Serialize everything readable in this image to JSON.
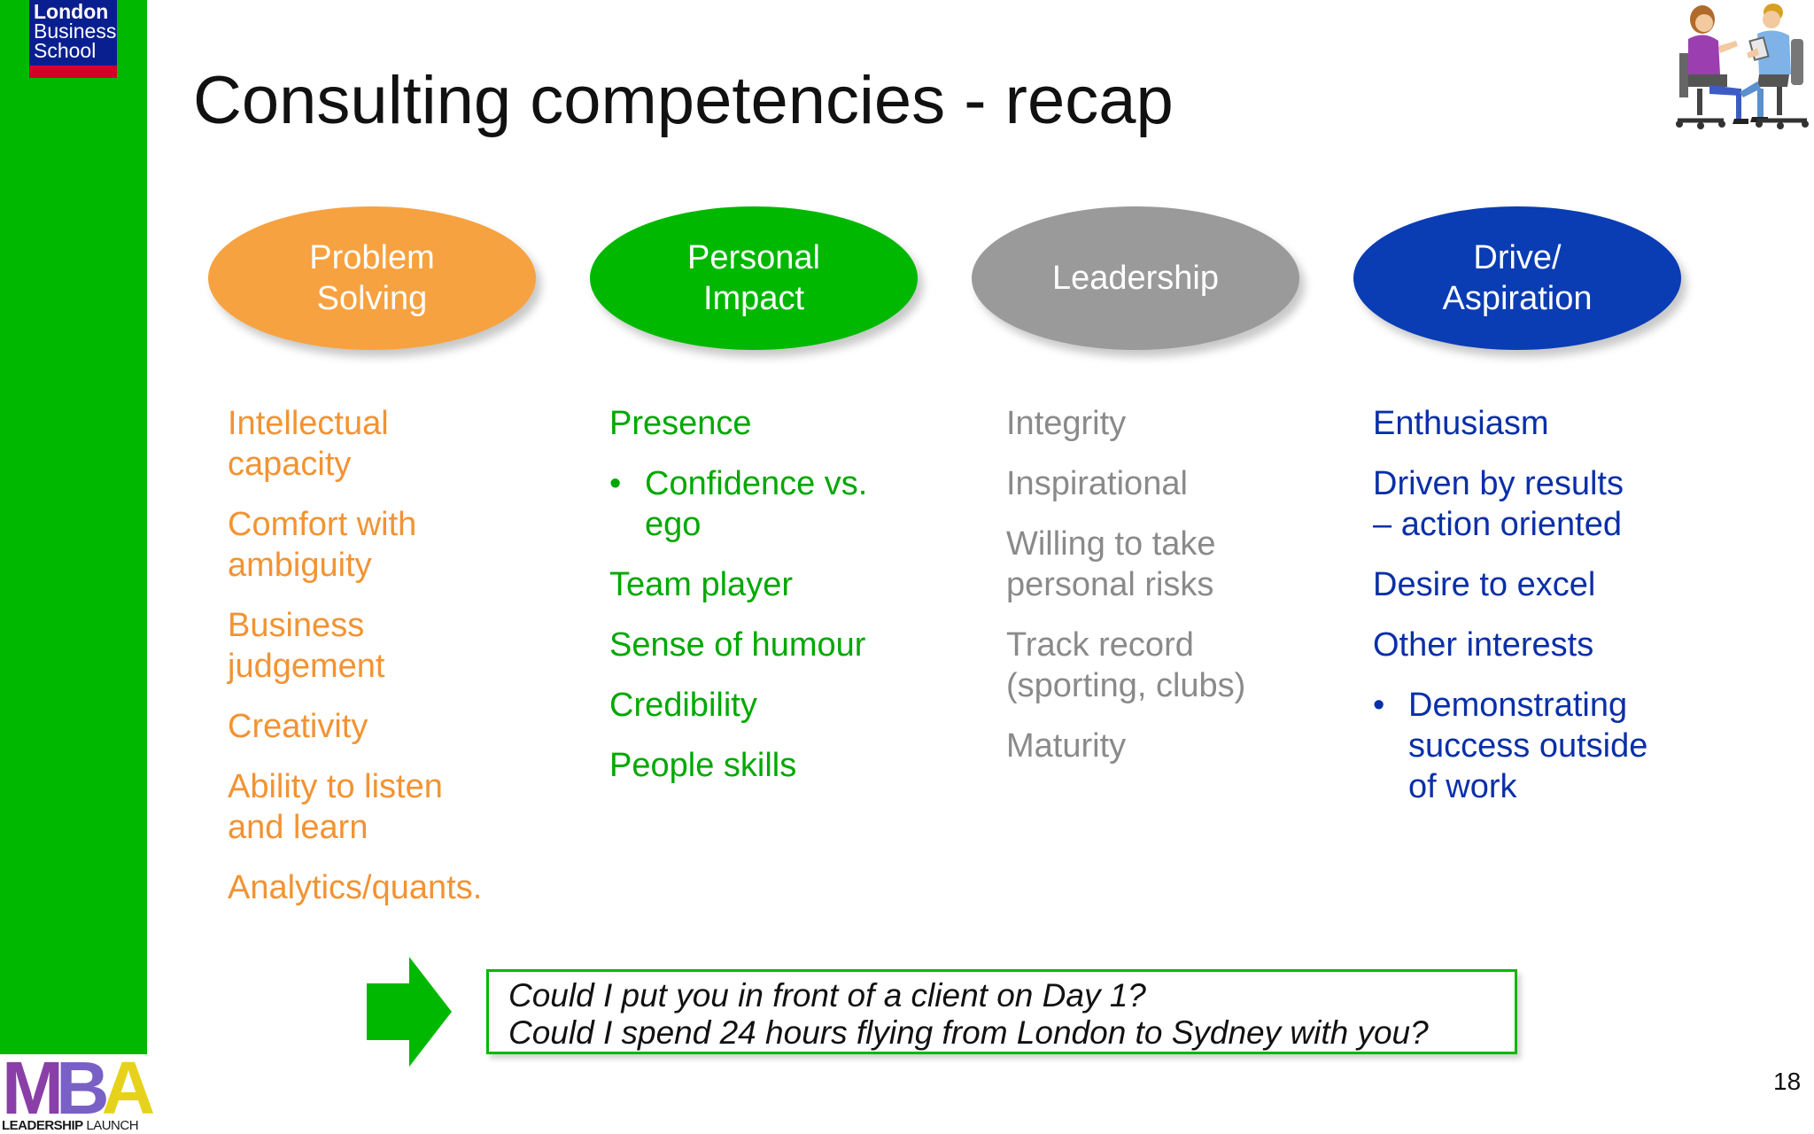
{
  "logo": {
    "line1": "London",
    "line2": "Business",
    "line3": "School"
  },
  "title": "Consulting competencies - recap",
  "columns": [
    {
      "heading": "Problem\nSolving",
      "color": "#f7a240",
      "text_color": "#f29333",
      "items": [
        {
          "text": "Intellectual\ncapacity",
          "bullet": false
        },
        {
          "text": "Comfort with\nambiguity",
          "bullet": false
        },
        {
          "text": "Business\njudgement",
          "bullet": false
        },
        {
          "text": "Creativity",
          "bullet": false
        },
        {
          "text": "Ability to listen\nand learn",
          "bullet": false
        },
        {
          "text": "Analytics/quants.",
          "bullet": false
        }
      ]
    },
    {
      "heading": "Personal\nImpact",
      "color": "#00b800",
      "text_color": "#00a800",
      "items": [
        {
          "text": "Presence",
          "bullet": false
        },
        {
          "text": "Confidence vs.\nego",
          "bullet": true
        },
        {
          "text": "Team player",
          "bullet": false
        },
        {
          "text": "Sense of humour",
          "bullet": false
        },
        {
          "text": "Credibility",
          "bullet": false
        },
        {
          "text": "People skills",
          "bullet": false
        }
      ]
    },
    {
      "heading": "Leadership",
      "color": "#9a9a9a",
      "text_color": "#8a8a8a",
      "items": [
        {
          "text": "Integrity",
          "bullet": false
        },
        {
          "text": "Inspirational",
          "bullet": false
        },
        {
          "text": "Willing to take\npersonal risks",
          "bullet": false
        },
        {
          "text": "Track record\n(sporting, clubs)",
          "bullet": false
        },
        {
          "text": "Maturity",
          "bullet": false
        }
      ]
    },
    {
      "heading": "Drive/\nAspiration",
      "color": "#0a3cb4",
      "text_color": "#0a2fa8",
      "items": [
        {
          "text": "Enthusiasm",
          "bullet": false
        },
        {
          "text": "Driven by results\n– action oriented",
          "bullet": false
        },
        {
          "text": "Desire to excel",
          "bullet": false
        },
        {
          "text": "Other interests",
          "bullet": false
        },
        {
          "text": "Demonstrating\nsuccess outside\nof work",
          "bullet": true
        }
      ]
    }
  ],
  "quote": {
    "line1": "Could I put you in front of a client on Day 1?",
    "line2": "Could I spend 24 hours flying from London to Sydney with you?"
  },
  "mba_logo": {
    "letters": "MBA",
    "tag_bold": "LEADERSHIP",
    "tag_rest": " LAUNCH"
  },
  "page_number": "18"
}
